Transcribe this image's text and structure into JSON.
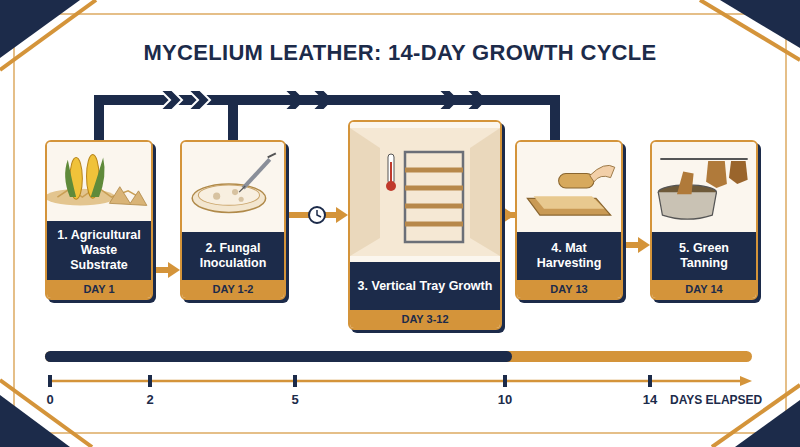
{
  "diagram": {
    "title": "MYCELIUM LEATHER: 14-DAY GROWTH CYCLE",
    "nodes": [
      {
        "text": [
          "1. Agricultural Waste Substrate",
          "DAY 1"
        ]
      },
      {
        "text": [
          "2. Fungal Inoculation",
          "DAY 1-2"
        ]
      },
      {
        "text": [
          "3. Vertical Tray Growth",
          "DAY 3-12"
        ]
      },
      {
        "text": [
          "4. Mat Harvesting",
          "DAY 13"
        ]
      },
      {
        "text": [
          "5. Green Tanning",
          "DAY 14"
        ]
      }
    ],
    "edges": [
      {
        "from": 0,
        "to": 1,
        "arrow": "to"
      },
      {
        "from": 1,
        "to": 2,
        "arrow": "to"
      },
      {
        "from": 2,
        "to": 3,
        "arrow": "to"
      },
      {
        "from": 3,
        "to": 4,
        "arrow": "to"
      },
      {
        "from": 0,
        "to": 3,
        "arrow": "none"
      },
      {
        "from": 1,
        "to": 3,
        "arrow": "none"
      },
      {
        "from": 2,
        "to": 3,
        "arrow": "none"
      }
    ],
    "labels": [
      "0",
      "2",
      "5",
      "10",
      "14",
      "DAYS ELAPSED"
    ]
  }
}
